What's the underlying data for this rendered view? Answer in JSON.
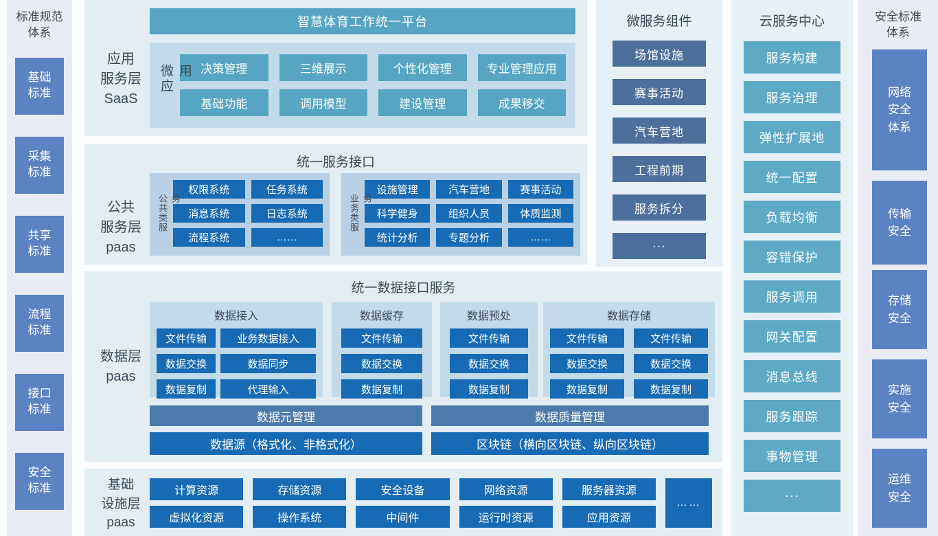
{
  "colors": {
    "teal": "#56a6c3",
    "cloud_teal": "#5da9c6",
    "dark_blue": "#176bb4",
    "slate_bar": "#4c7bab",
    "micro_slate": "#4c6f9c",
    "side_blue": "#5b82c3",
    "panel_bg": "#e3edf2",
    "group_bg": "#b9cfe3",
    "inner_bg": "#c3daea",
    "side_col_bg": "#e9ecf4",
    "text_dark": "#3e4a59"
  },
  "left_column": {
    "title": "标准规范体系",
    "items": [
      "基础标准",
      "采集标准",
      "共享标准",
      "流程标准",
      "接口标准",
      "安全标准"
    ]
  },
  "app_layer": {
    "label_lines": [
      "应用",
      "服务层",
      "SaaS"
    ],
    "platform_bar": "智慧体育工作统一平台",
    "micro_app_label": "微应用",
    "buttons": [
      "决策管理",
      "三维展示",
      "个性化管理",
      "专业管理应用",
      "基础功能",
      "调用模型",
      "建设管理",
      "成果移交"
    ]
  },
  "public_layer": {
    "label_lines": [
      "公共",
      "服务层",
      "paas"
    ],
    "title": "统一服务接口",
    "group_a": {
      "vlabel": "公共类服务",
      "items": [
        "权限系统",
        "任务系统",
        "消息系统",
        "日志系统",
        "流程系统",
        "……"
      ]
    },
    "group_b": {
      "vlabel": "业务类服务",
      "items": [
        "设施管理",
        "汽车营地",
        "赛事活动",
        "科学健身",
        "组织人员",
        "体质监测",
        "统计分析",
        "专题分析",
        "……"
      ]
    }
  },
  "data_layer": {
    "label_lines": [
      "数据层",
      "paas"
    ],
    "title": "统一数据接口服务",
    "groups": [
      {
        "title": "数据接入",
        "items": [
          "文件传输",
          "业务数据接入",
          "数据交换",
          "数据同步",
          "数据复制",
          "代理输入"
        ]
      },
      {
        "title": "数据缓存",
        "items": [
          "文件传输",
          "数据交换",
          "数据复制"
        ]
      },
      {
        "title": "数据预处",
        "items": [
          "文件传输",
          "数据交换",
          "数据复制"
        ]
      },
      {
        "title": "数据存储",
        "items": [
          "文件传输",
          "文件传输",
          "数据交换",
          "数据交换",
          "数据复制",
          "数据复制"
        ]
      }
    ],
    "manage_bars": [
      "数据元管理",
      "数据质量管理"
    ],
    "source_bars": [
      "数据源（格式化、非格式化）",
      "区块链（横向区块链、纵向区块链）"
    ]
  },
  "infra_layer": {
    "label_lines": [
      "基础",
      "设施层",
      "paas"
    ],
    "row1": [
      "计算资源",
      "存储资源",
      "安全设备",
      "网络资源",
      "服务器资源"
    ],
    "row2": [
      "虚拟化资源",
      "操作系统",
      "中间件",
      "运行时资源",
      "应用资源"
    ],
    "more": "……"
  },
  "microservices": {
    "title": "微服务组件",
    "items": [
      "场馆设施",
      "赛事活动",
      "汽车营地",
      "工程前期",
      "服务拆分",
      "···"
    ]
  },
  "cloud_center": {
    "title": "云服务中心",
    "items": [
      "服务构建",
      "服务治理",
      "弹性扩展地",
      "统一配置",
      "负载均衡",
      "容错保护",
      "服务调用",
      "网关配置",
      "消息总线",
      "服务跟踪",
      "事物管理",
      "···"
    ]
  },
  "security_column": {
    "title": "安全标准体系",
    "items": [
      "网络安全体系",
      "传输安全",
      "存储安全",
      "实施安全",
      "运维安全"
    ]
  }
}
